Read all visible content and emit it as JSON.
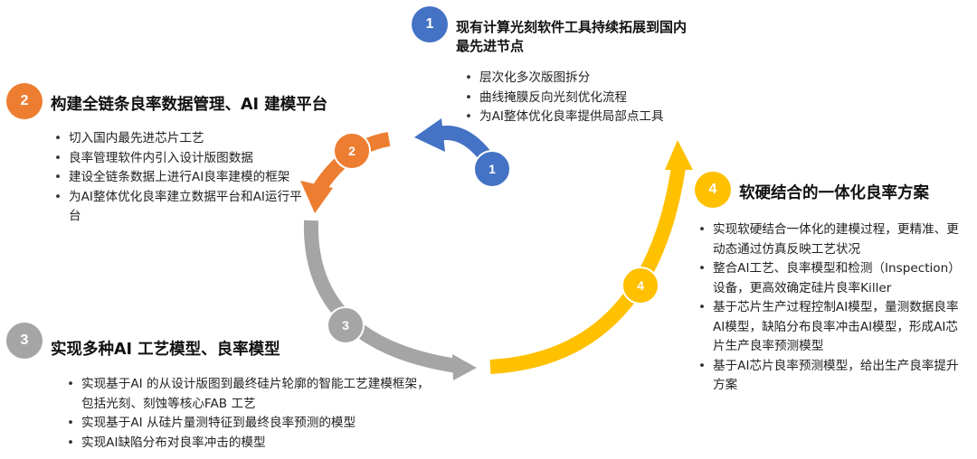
{
  "colors": {
    "blue": "#4472C4",
    "orange": "#ED7D31",
    "gray": "#A5A5A5",
    "yellow": "#FFC000"
  },
  "sections": [
    {
      "num": "1",
      "title": "现有计算光刻软件工具持续拓展到国内最先进节点",
      "bullets": [
        "层次化多次版图拆分",
        "曲线掩膜反向光刻优化流程",
        "为AI整体优化良率提供局部点工具"
      ]
    },
    {
      "num": "2",
      "title": "构建全链条良率数据管理、AI 建模平台",
      "bullets": [
        "切入国内最先进芯片工艺",
        "良率管理软件内引入设计版图数据",
        "建设全链条数据上进行AI良率建模的框架",
        "为AI整体优化良率建立数据平台和AI运行平台"
      ]
    },
    {
      "num": "3",
      "title": "实现多种AI 工艺模型、良率模型",
      "bullets": [
        "实现基于AI 的从设计版图到最终硅片轮廓的智能工艺建模框架，包括光刻、刻蚀等核心FAB 工艺",
        "实现基于AI 从硅片量测特征到最终良率预测的模型",
        "实现AI缺陷分布对良率冲击的模型"
      ]
    },
    {
      "num": "4",
      "title": "软硬结合的一体化良率方案",
      "bullets": [
        "实现软硬结合一体化的建模过程，更精准、更动态通过仿真反映工艺状况",
        "整合AI工艺、良率模型和检测（Inspection）设备，更高效确定硅片良率Killer",
        "基于芯片生产过程控制AI模型，量测数据良率AI模型，缺陷分布良率冲击AI模型，形成AI芯片生产良率预测模型",
        "基于AI芯片良率预测模型，给出生产良率提升方案"
      ]
    }
  ]
}
